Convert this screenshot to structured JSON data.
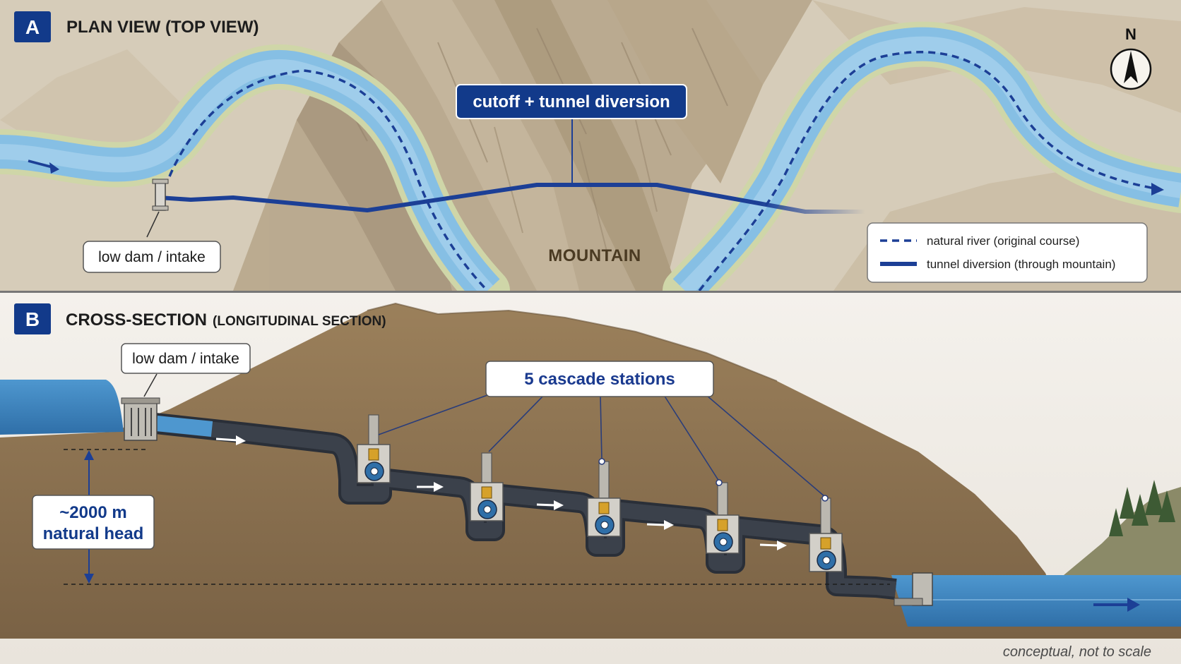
{
  "panel_a": {
    "letter": "A",
    "title": "PLAN VIEW (TOP VIEW)",
    "callout_cutoff": "cutoff + tunnel diversion",
    "callout_dam": "low dam / intake",
    "mountain_label": "MOUNTAIN",
    "north_label": "N",
    "legend": {
      "river": "natural river (original course)",
      "tunnel": "tunnel diversion (through mountain)"
    }
  },
  "panel_b": {
    "letter": "B",
    "title": "CROSS-SECTION",
    "subtitle": "(LONGITUDINAL SECTION)",
    "callout_dam": "low dam / intake",
    "callout_stations": "5 cascade stations",
    "head_line1": "~2000 m",
    "head_line2": "natural head"
  },
  "footer": "conceptual, not to scale",
  "colors": {
    "navy": "#123a8a",
    "river": "#7fb9e0",
    "tunnel": "#1c3f96",
    "earth": "#8b7250",
    "panel_a_bg": "#dcd3c2"
  }
}
